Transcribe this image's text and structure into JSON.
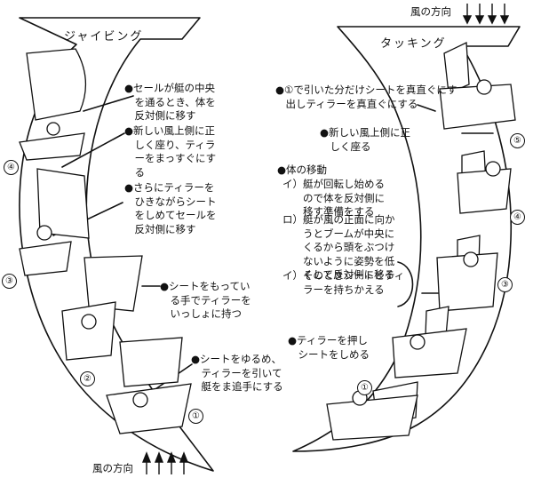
{
  "wind_label": "風の方向",
  "jibing": {
    "title": "ジャイビング",
    "notes": [
      "●セールが艇の中央\n　を通るとき、体を\n　反対側に移す",
      "●新しい風上側に正\n　しく座り、ティラ\n　ーをまっすぐにす\n　る",
      "●さらにティラーを\n　ひきながらシート\n　をしめてセールを\n　反対側に移す",
      "●シートをもってい\n　る手でティラーを\n　いっしょに持つ",
      "●シートをゆるめ、\n　ティラーを引いて\n　艇をま追手にする"
    ],
    "steps": [
      "①",
      "②",
      "③",
      "④"
    ]
  },
  "tacking": {
    "title": "タッキング",
    "notes": [
      "●①で引いた分だけシートを真直ぐにす\n　出しティラーを真直ぐにする",
      "●新しい風上側に正\n　しく座る",
      "●ティラーを押し\n　シートをしめる"
    ],
    "body_move": {
      "heading": "●体の移動",
      "items": [
        "イ）艇が回転し始める\n　　ので体を反対側に\n　　移す準備をする",
        "ロ）艇が風の正面に向か\n　　うとブームが中央に\n　　くるから頭をぶつけ\n　　ないように姿勢を低\n　　くして反対側に移る",
        "イ）そのときシートとティ\n　　ラーを持ちかえる"
      ]
    },
    "steps": [
      "①",
      "③",
      "④",
      "⑤"
    ]
  }
}
